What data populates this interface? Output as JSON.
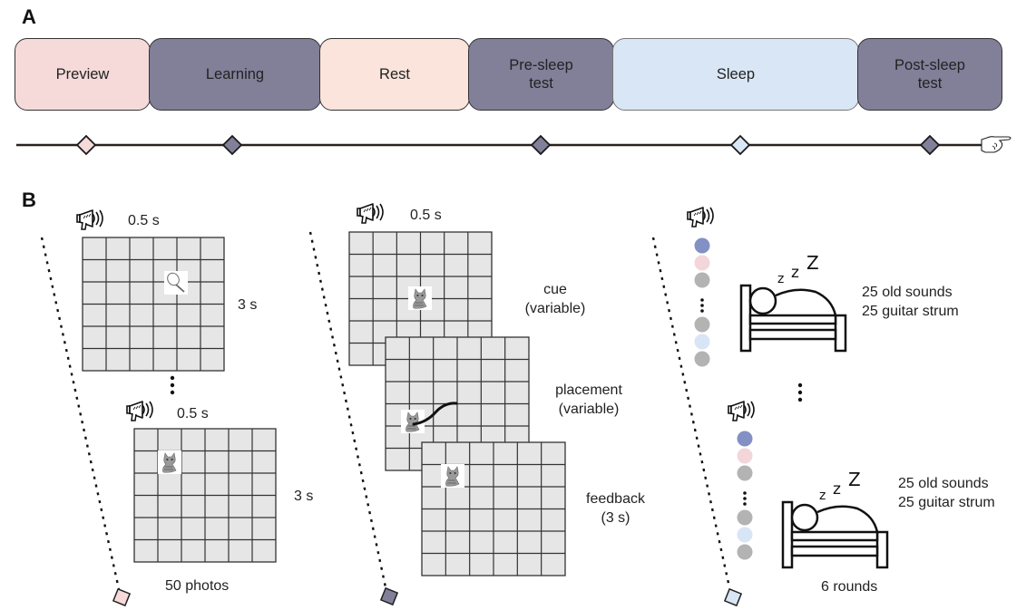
{
  "panels": {
    "a": {
      "label": "A"
    },
    "b": {
      "label": "B"
    }
  },
  "colors": {
    "preview": "#f6dada",
    "learning": "#827f99",
    "rest": "#fae4db",
    "test": "#827f99",
    "sleep": "#d9e6f5",
    "dot_blue": "#8290c4",
    "dot_pink": "#f3d6da",
    "dot_gray": "#b3b3b3",
    "dot_lightblue": "#d8e5f6",
    "grid_fill": "#e6e6e6"
  },
  "timeline": {
    "phases": [
      {
        "id": "preview",
        "label": "Preview"
      },
      {
        "id": "learning",
        "label": "Learning"
      },
      {
        "id": "rest",
        "label": "Rest"
      },
      {
        "id": "pre-sleep-test",
        "label": "Pre-sleep\ntest"
      },
      {
        "id": "sleep",
        "label": "Sleep"
      },
      {
        "id": "post-sleep-test",
        "label": "Post-sleep\ntest"
      }
    ],
    "markers": [
      "preview",
      "learning",
      "pre-sleep-test",
      "sleep",
      "post-sleep-test"
    ],
    "end_icon": "pointing-hand-icon"
  },
  "preview_section": {
    "sound_duration_1": "0.5 s",
    "display_duration_1": "3 s",
    "sound_duration_2": "0.5 s",
    "display_duration_2": "3 s",
    "footer": "50 photos",
    "item_1": "tennis-racket-image",
    "item_2": "cat-image"
  },
  "learning_section": {
    "sound_duration": "0.5 s",
    "cue_label": "cue\n(variable)",
    "placement_label": "placement\n(variable)",
    "feedback_label": "feedback\n(3 s)",
    "item": "cat-image"
  },
  "sleep_section": {
    "round_1": {
      "line1": "25 old sounds",
      "line2": "25 guitar strum"
    },
    "round_2": {
      "line1": "25 old sounds",
      "line2": "25 guitar strum"
    },
    "footer": "6 rounds",
    "dots_top": [
      "dot_blue",
      "dot_pink",
      "dot_gray"
    ],
    "dots_bottom": [
      "dot_gray",
      "dot_lightblue",
      "dot_gray"
    ],
    "zzz": [
      "z",
      "z",
      "Z"
    ]
  }
}
